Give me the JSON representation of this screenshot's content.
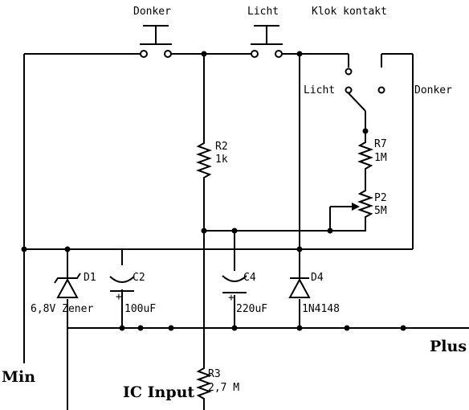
{
  "switches": {
    "donker_button": "Donker",
    "licht_button": "Licht",
    "clock_contact": "Klok kontakt",
    "clock_licht": "Licht",
    "clock_donker": "Donker"
  },
  "components": {
    "r2": {
      "ref": "R2",
      "value": "1k"
    },
    "r7": {
      "ref": "R7",
      "value": "1M"
    },
    "p2": {
      "ref": "P2",
      "value": "5M"
    },
    "d1": {
      "ref": "D1",
      "value": "6,8V Zener"
    },
    "c2": {
      "ref": "C2",
      "value": "100uF"
    },
    "c4": {
      "ref": "C4",
      "value": "220uF"
    },
    "d4": {
      "ref": "D4",
      "value": "1N4148"
    },
    "r3": {
      "ref": "R3",
      "value": "2,7 M"
    }
  },
  "rails": {
    "plus": "Plus",
    "min": "Min",
    "ic_input": "IC Input"
  }
}
